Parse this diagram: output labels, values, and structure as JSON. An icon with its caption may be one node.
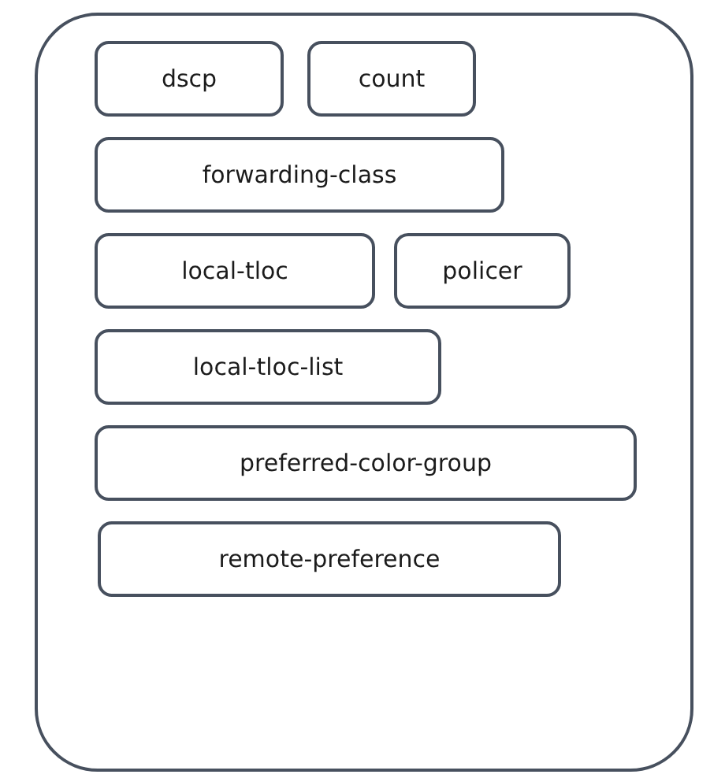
{
  "diagram": {
    "nodes": [
      {
        "text": [],
        "shape": "box"
      },
      {
        "text": [
          "dscp"
        ],
        "in": 0
      },
      {
        "text": [
          "count"
        ],
        "in": 0
      },
      {
        "text": [
          "forwarding-class"
        ],
        "in": 0
      },
      {
        "text": [
          "local-tloc"
        ],
        "in": 0
      },
      {
        "text": [
          "policer"
        ],
        "in": 0
      },
      {
        "text": [
          "local-tloc-list"
        ],
        "in": 0
      },
      {
        "text": [
          "preferred-color-group"
        ],
        "in": 0
      },
      {
        "text": [
          "remote-preference"
        ],
        "in": 0
      }
    ]
  }
}
